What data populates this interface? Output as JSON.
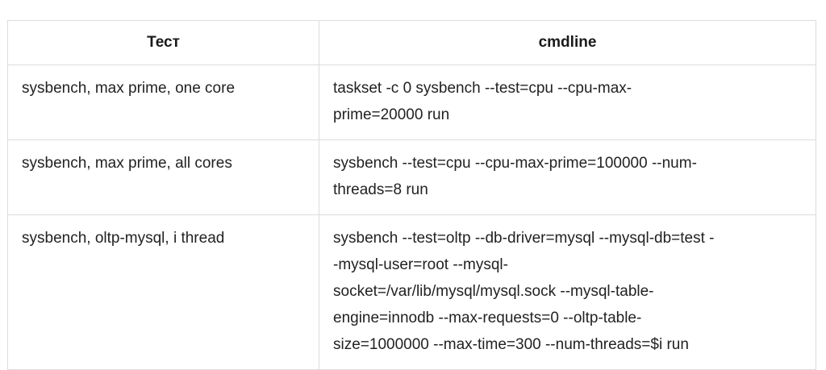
{
  "table": {
    "headers": [
      "Тест",
      "cmdline"
    ],
    "rows": [
      {
        "test": "sysbench, max prime, one core",
        "cmd_lines": [
          "taskset -c 0 sysbench --test=cpu --cpu-max-",
          "prime=20000 run"
        ]
      },
      {
        "test": "sysbench, max prime, all cores",
        "cmd_lines": [
          "sysbench --test=cpu --cpu-max-prime=100000 --num-",
          "threads=8 run"
        ]
      },
      {
        "test": "sysbench, oltp-mysql, i thread",
        "cmd_lines": [
          "sysbench --test=oltp --db-driver=mysql --mysql-db=test -",
          "-mysql-user=root --mysql-",
          "socket=/var/lib/mysql/mysql.sock --mysql-table-",
          "engine=innodb --max-requests=0 --oltp-table-",
          "size=1000000 --max-time=300 --num-threads=$i run"
        ]
      }
    ]
  }
}
